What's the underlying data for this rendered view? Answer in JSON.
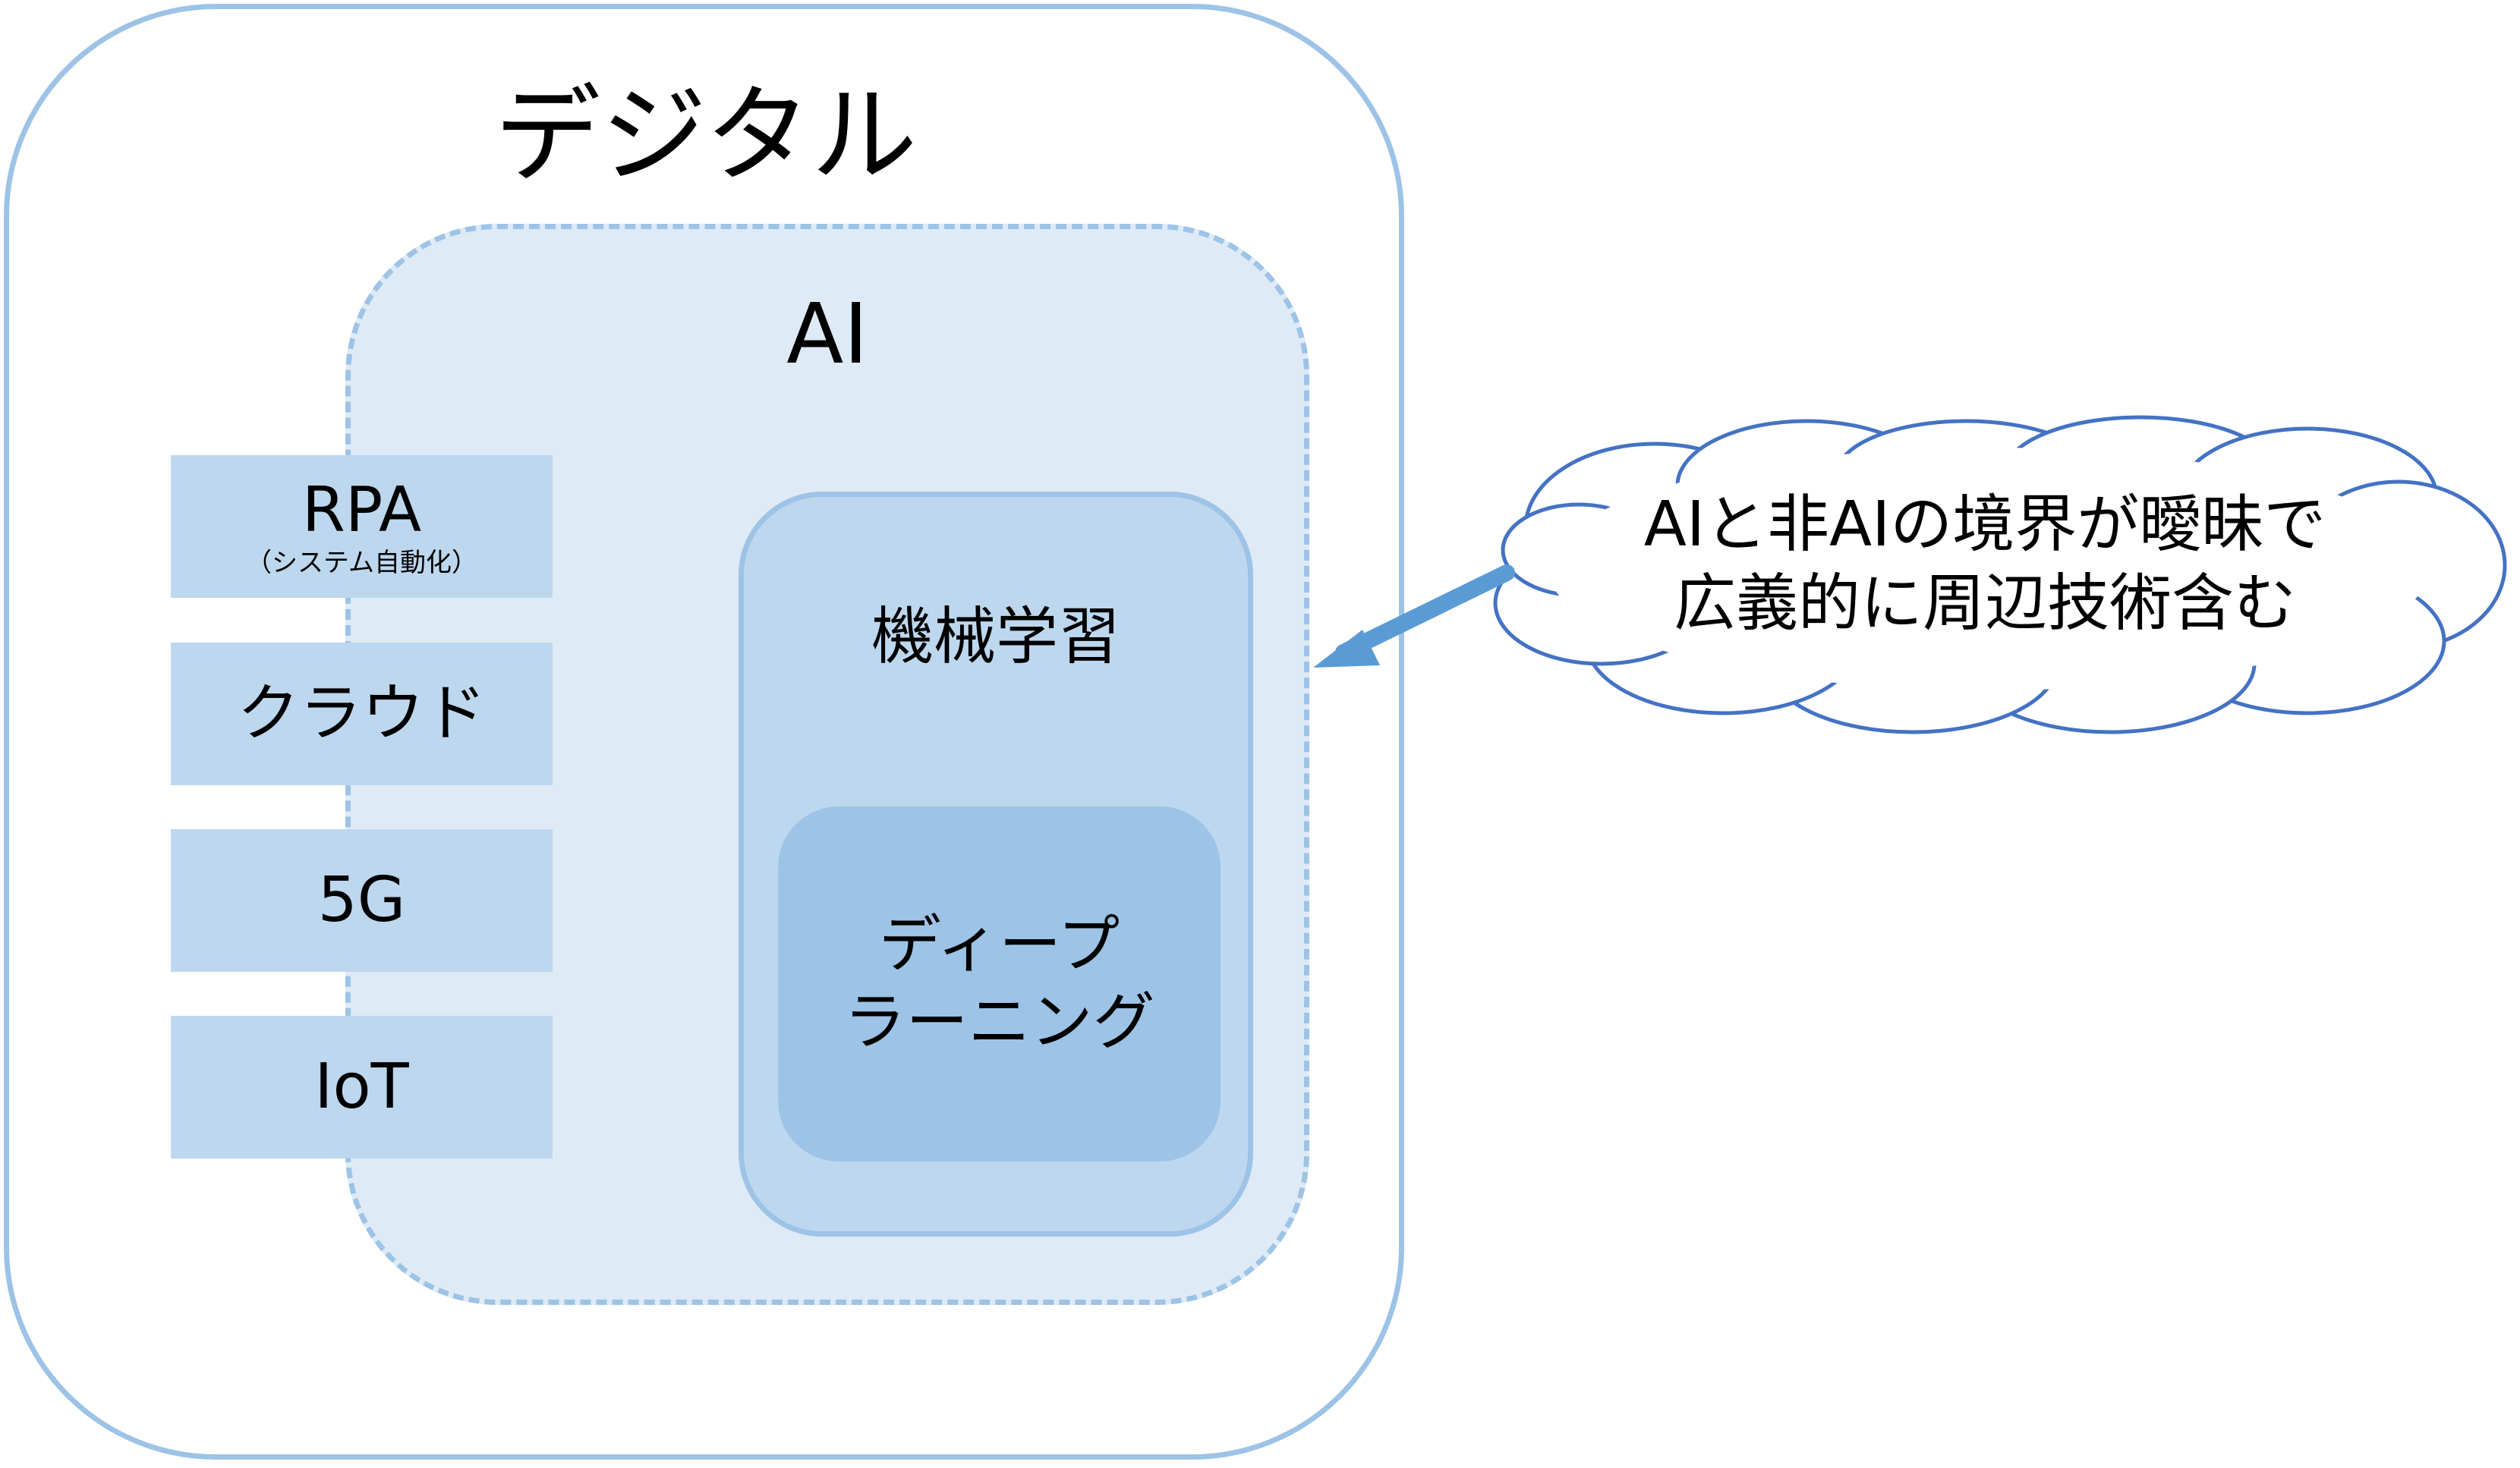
{
  "diagram": {
    "outer_title": "デジタル",
    "ai_title": "AI",
    "tech_items": [
      {
        "label": "RPA",
        "sub": "（システム自動化）"
      },
      {
        "label": "クラウド",
        "sub": ""
      },
      {
        "label": "5G",
        "sub": ""
      },
      {
        "label": "IoT",
        "sub": ""
      }
    ],
    "ml_title": "機械学習",
    "dl_line1": "ディープ",
    "dl_line2": "ラーニング",
    "callout_line1": "AIと非AIの境界が曖昧で",
    "callout_line2": "広義的に周辺技術含む"
  },
  "colors": {
    "outer_border": "#9dc3e6",
    "ai_fill": "#deeaf6",
    "tech_fill": "#bdd7ee",
    "dl_fill": "#9dc3e6",
    "cloud_stroke": "#4472c4",
    "arrow": "#5b9bd5"
  }
}
